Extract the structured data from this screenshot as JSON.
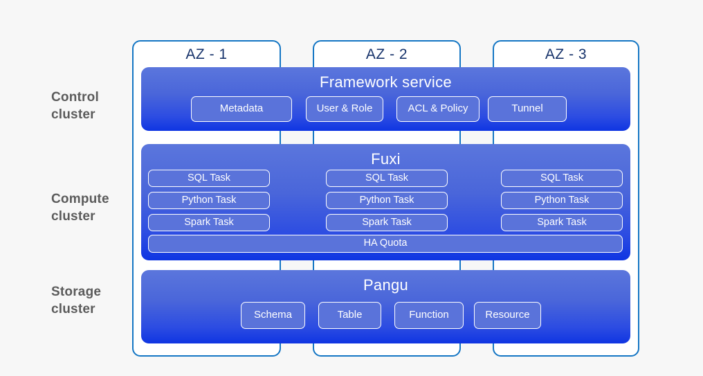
{
  "background_color": "#f7f7f7",
  "accent_color": "#1476c4",
  "band_gradient_top": "#5b76dc",
  "band_gradient_bottom": "#0f35e2",
  "chip_color": "#5a73da",
  "az_title_color": "#16326a",
  "row_label_color": "#5b5b5b",
  "row_labels": [
    {
      "line1": "Control",
      "line2": "cluster"
    },
    {
      "line1": "Compute",
      "line2": "cluster"
    },
    {
      "line1": "Storage",
      "line2": "cluster"
    }
  ],
  "availability_zones": [
    {
      "title": "AZ - 1"
    },
    {
      "title": "AZ - 2"
    },
    {
      "title": "AZ - 3"
    }
  ],
  "bands": {
    "framework": {
      "title": "Framework service",
      "chips": [
        "Metadata",
        "User & Role",
        "ACL & Policy",
        "Tunnel"
      ]
    },
    "fuxi": {
      "title": "Fuxi",
      "columns": [
        {
          "tasks": [
            "SQL Task",
            "Python Task",
            "Spark Task"
          ]
        },
        {
          "tasks": [
            "SQL Task",
            "Python Task",
            "Spark Task"
          ]
        },
        {
          "tasks": [
            "SQL Task",
            "Python Task",
            "Spark Task"
          ]
        }
      ],
      "quota_bar": "HA Quota"
    },
    "pangu": {
      "title": "Pangu",
      "chips": [
        "Schema",
        "Table",
        "Function",
        "Resource"
      ]
    }
  }
}
